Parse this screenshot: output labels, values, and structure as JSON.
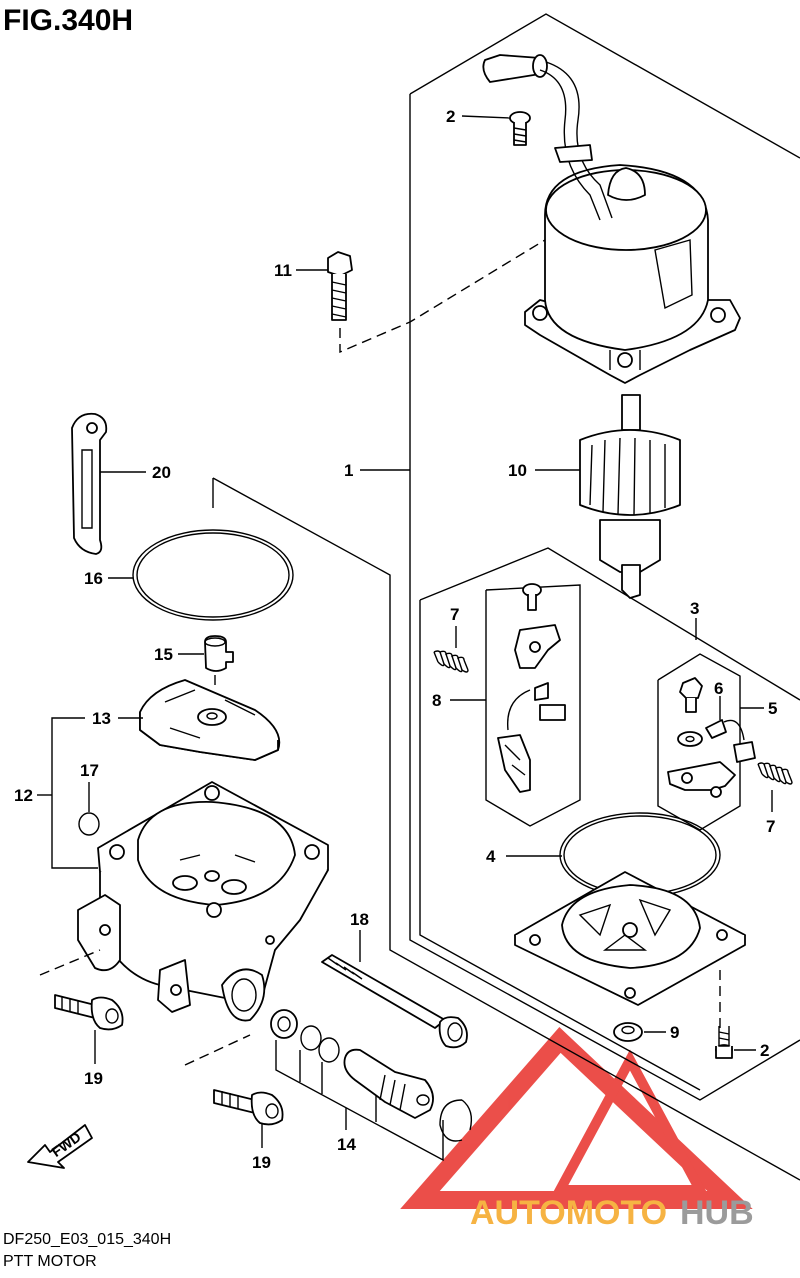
{
  "figure": {
    "title": "FIG.340H",
    "code": "DF250_E03_015_340H",
    "name": "PTT MOTOR"
  },
  "direction_arrow": {
    "label": "FWD"
  },
  "watermark": {
    "part1": "AUTOMOTO",
    "part2": "HUB",
    "colors": {
      "orange": "#f5a623",
      "grey": "#8a8a8a",
      "red": "#e8302a"
    }
  },
  "callouts": {
    "c1": "1",
    "c2a": "2",
    "c2b": "2",
    "c3": "3",
    "c4": "4",
    "c5": "5",
    "c6": "6",
    "c7a": "7",
    "c7b": "7",
    "c8": "8",
    "c9": "9",
    "c10": "10",
    "c11": "11",
    "c12": "12",
    "c13": "13",
    "c14": "14",
    "c15": "15",
    "c16": "16",
    "c17": "17",
    "c18": "18",
    "c19a": "19",
    "c19b": "19",
    "c20": "20"
  }
}
